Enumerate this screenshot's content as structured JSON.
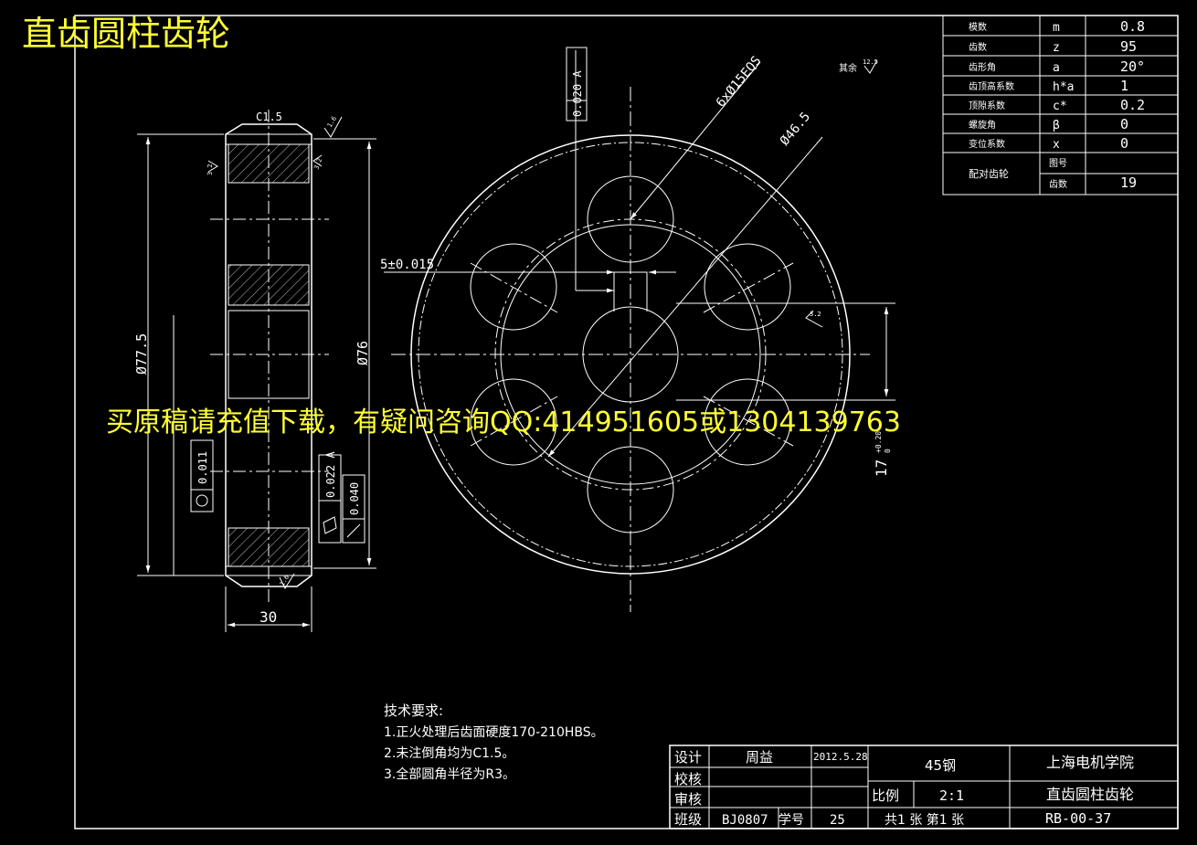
{
  "title": "直齿圆柱齿轮",
  "watermark": "买原稿请充值下载，有疑问咨询QQ:414951605或1304139763",
  "params": [
    {
      "name": "模数",
      "symbol": "m",
      "value": "0.8"
    },
    {
      "name": "齿数",
      "symbol": "z",
      "value": "95"
    },
    {
      "name": "齿形角",
      "symbol": "a",
      "value": "20°"
    },
    {
      "name": "齿顶高系数",
      "symbol": "h*a",
      "value": "1"
    },
    {
      "name": "顶隙系数",
      "symbol": "c*",
      "value": "0.2"
    },
    {
      "name": "螺旋角",
      "symbol": "β",
      "value": "0"
    },
    {
      "name": "变位系数",
      "symbol": "x",
      "value": "0"
    }
  ],
  "mating": {
    "label": "配对齿轮",
    "drawing_no_label": "图号",
    "drawing_no": "",
    "teeth_label": "齿数",
    "teeth": "19"
  },
  "dims": {
    "chamfer": "C1.5",
    "d_left": "Ø77.5",
    "d_mid": "Ø76",
    "width": "30",
    "keyway": "5±0.015",
    "holes": "6xØ15EQS",
    "pcd": "Ø46.5",
    "hub": "17",
    "hub_tol": "+0.20",
    "hub_tol_low": "0",
    "tol1": "0.020 A",
    "tol2": "0.011",
    "tol3": "0.022 A",
    "tol4": "0.040",
    "rough_rest": "其余",
    "rough_val": "12.5",
    "rough1": "1.6",
    "rough2": "3.2"
  },
  "notes": {
    "heading": "技术要求:",
    "lines": [
      "1.正火处理后齿面硬度170-210HBS。",
      "2.未注倒角均为C1.5。",
      "3.全部圆角半径为R3。"
    ]
  },
  "titleblock": {
    "design_label": "设计",
    "designer": "周益",
    "date": "2012.5.28",
    "check_label": "校核",
    "review_label": "审核",
    "class_label": "班级",
    "class_value": "BJ0807",
    "student_label": "学号",
    "student_no": "25",
    "material": "45钢",
    "scale_label": "比例",
    "scale": "2:1",
    "sheets": "共1 张  第1  张",
    "school": "上海电机学院",
    "part_name": "直齿圆柱齿轮",
    "drawing_no": "RB-00-37"
  }
}
